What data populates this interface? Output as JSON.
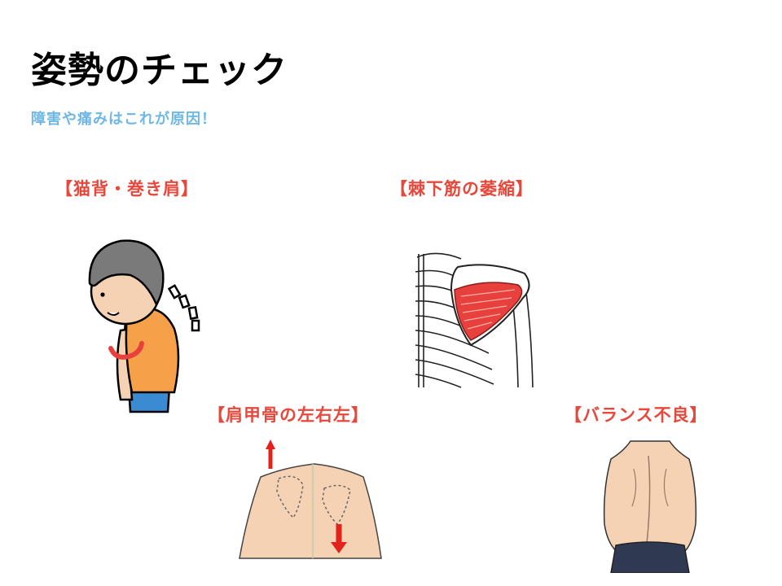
{
  "slide": {
    "title": "姿勢のチェック",
    "subtitle": "障害や痛みはこれが原因！",
    "colors": {
      "title": "#000000",
      "subtitle": "#6fb8e6",
      "label": "#e8483c",
      "skin": "#f6d2b4",
      "shirt": "#f7a04a",
      "muscle": "#e8403c",
      "arrow": "#e3231b"
    }
  },
  "sections": {
    "hunchback": {
      "label": "【猫背・巻き肩】",
      "icon": "hunched-boy-illustration"
    },
    "infraspinatus": {
      "label": "【棘下筋の萎縮】",
      "icon": "shoulder-muscle-illustration"
    },
    "scapula": {
      "label": "【肩甲骨の左右左】",
      "icon": "scapula-back-illustration"
    },
    "balance": {
      "label": "【バランス不良】",
      "icon": "back-posture-illustration"
    }
  }
}
